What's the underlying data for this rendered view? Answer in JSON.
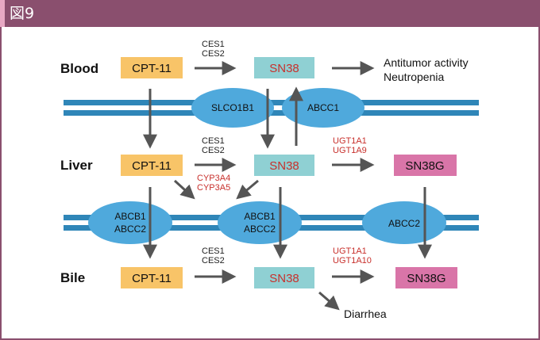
{
  "header": {
    "title": "図9"
  },
  "rows": {
    "blood": "Blood",
    "liver": "Liver",
    "bile": "Bile"
  },
  "boxes": {
    "blood_cpt": "CPT-11",
    "blood_sn38": "SN38",
    "liver_cpt": "CPT-11",
    "liver_sn38": "SN38",
    "liver_sn38g": "SN38G",
    "bile_cpt": "CPT-11",
    "bile_sn38": "SN38",
    "bile_sn38g": "SN38G"
  },
  "enzymes": {
    "blood_ces": [
      "CES1",
      "CES2"
    ],
    "liver_ces": [
      "CES1",
      "CES2"
    ],
    "liver_cyp": [
      "CYP3A4",
      "CYP3A5"
    ],
    "liver_ugt": [
      "UGT1A1",
      "UGT1A9"
    ],
    "bile_ces": [
      "CES1",
      "CES2"
    ],
    "bile_ugt": [
      "UGT1A1",
      "UGT1A10"
    ]
  },
  "transporters": {
    "slco1b1": "SLCO1B1",
    "abcc1": "ABCC1",
    "abcb1_abcc2_left": [
      "ABCB1",
      "ABCC2"
    ],
    "abcb1_abcc2_mid": [
      "ABCB1",
      "ABCC2"
    ],
    "abcc2": "ABCC2"
  },
  "outcomes": {
    "blood": [
      "Antitumor activity",
      "Neutropenia"
    ],
    "bile": "Diarrhea"
  },
  "colors": {
    "header": "#8a4f6e",
    "header_accent": "#e7a8c3",
    "cpt_box": "#f8c468",
    "sn38_box": "#8fd0d3",
    "sn38g_box": "#d975a8",
    "sn38_text": "#c8302c",
    "membrane": "#2f86b8",
    "transporter": "#4fa9dc",
    "arrow": "#555555",
    "enzyme_red": "#c8302c"
  }
}
